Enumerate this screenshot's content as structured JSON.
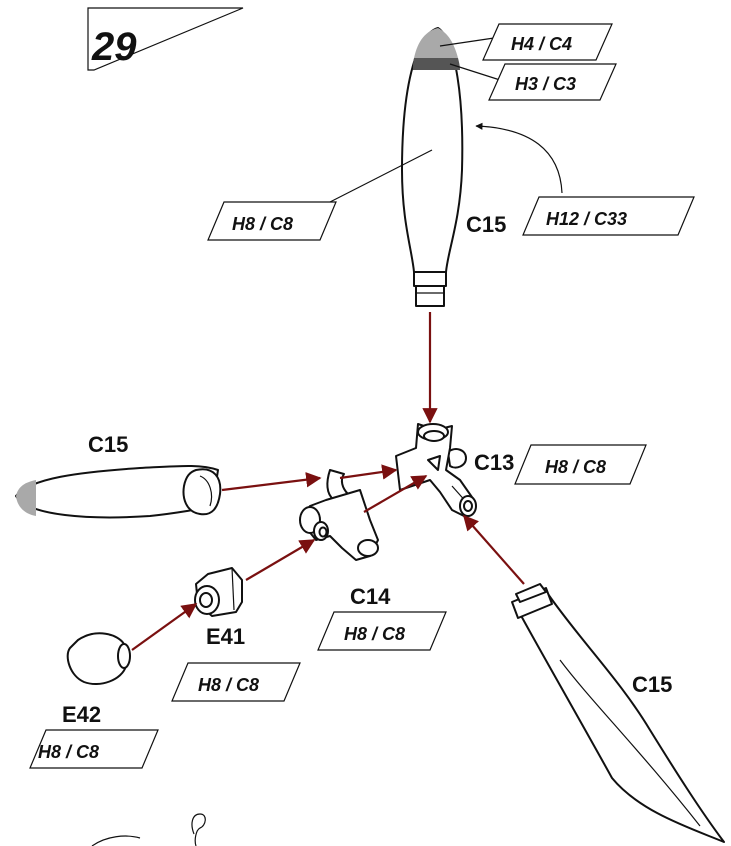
{
  "step": {
    "number": "29"
  },
  "parts": {
    "propeller_top": "C15",
    "propeller_left": "C15",
    "propeller_bottom": "C15",
    "hub": "C13",
    "mount": "C14",
    "collar": "E41",
    "cap": "E42"
  },
  "callouts": {
    "tip_light": "H4 / C4",
    "tip_band": "H3 / C3",
    "blade_body": "H8 / C8",
    "blade_side": "H12 / C33",
    "hub": "H8 / C8",
    "mount": "H8 / C8",
    "collar": "H8 / C8",
    "cap": "H8 / C8"
  },
  "colors": {
    "arrow": "#7a1010",
    "tip_light": "#a9a9a9",
    "tip_dark": "#555555"
  }
}
